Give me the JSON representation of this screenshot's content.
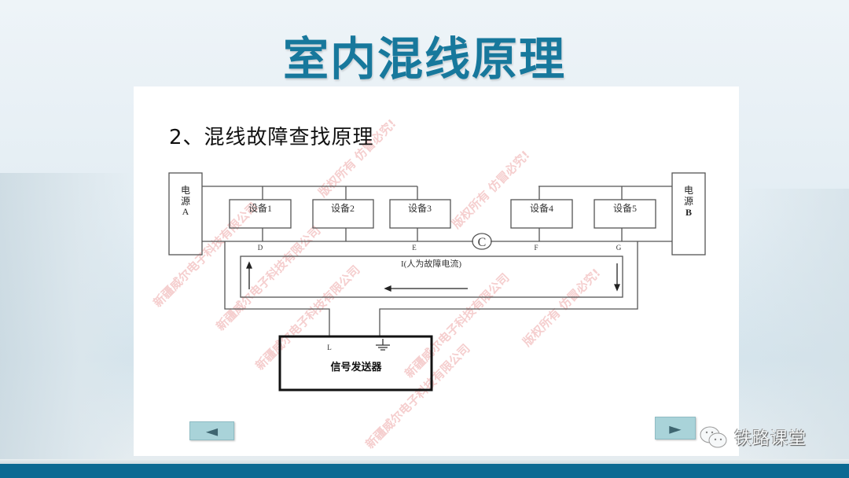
{
  "title": "室内混线原理",
  "subtitle": "2、混线故障查找原理",
  "diagram": {
    "power_a": [
      "电",
      "源",
      "A"
    ],
    "power_b": [
      "电",
      "源",
      "B"
    ],
    "devices": [
      "设备1",
      "设备2",
      "设备3",
      "设备4",
      "设备5"
    ],
    "nodes": [
      "D",
      "E",
      "F",
      "G"
    ],
    "fault_marker": "C",
    "current_label": "I(人为故障电流)",
    "generator_label": "信号发送器",
    "generator_terminal": "L"
  },
  "watermarks": [
    "新疆威尔电子科技有限公司",
    "版权所有 仿冒必究!"
  ],
  "nav": {
    "prev": "◄",
    "next": "►"
  },
  "brand": {
    "icon": "wechat-icon",
    "name": "铁路课堂"
  },
  "colors": {
    "title": "#17789c",
    "bar": "#0b6a93",
    "button": "#a9d3d9"
  }
}
